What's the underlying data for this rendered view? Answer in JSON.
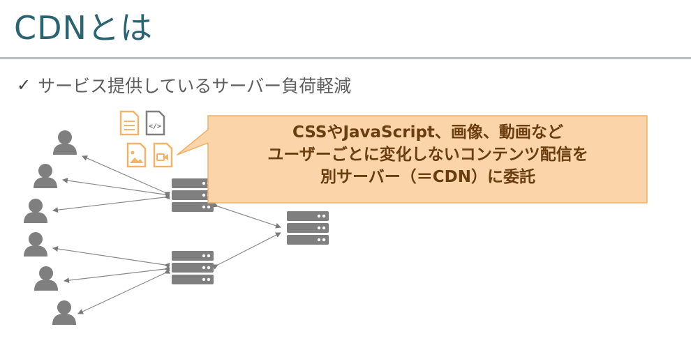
{
  "title": "CDNとは",
  "bullet": {
    "check_icon": "✓",
    "text": "サービス提供しているサーバー負荷軽減"
  },
  "callout": {
    "lines": [
      "CSSやJavaScript、画像、動画など",
      "ユーザーごとに変化しないコンテンツ配信を",
      "別サーバー（＝CDN）に委託"
    ],
    "fill": "#fbd4a9",
    "border": "#f0b066"
  },
  "colors": {
    "title": "#2a6470",
    "server": "#7f7f7f",
    "user": "#7f7f7f",
    "file_orange": "#f3b46a",
    "file_gray": "#7f7f7f"
  },
  "icons": {
    "users": "user-icon",
    "servers": "server-icon",
    "files": [
      "document-file-icon",
      "code-file-icon",
      "image-file-icon",
      "video-file-icon"
    ]
  }
}
